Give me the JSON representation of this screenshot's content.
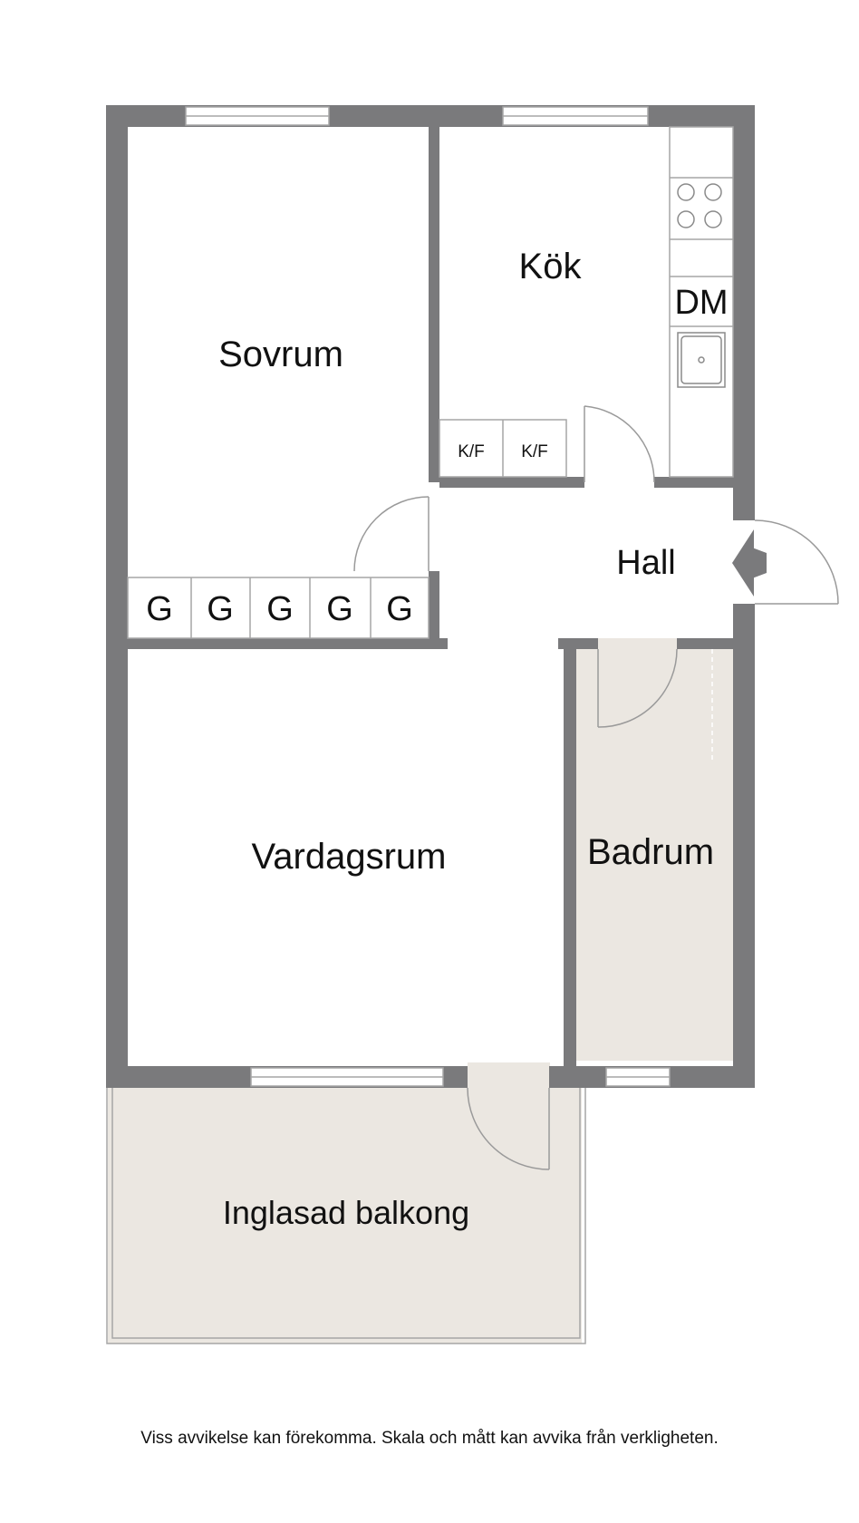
{
  "rooms": {
    "sovrum": "Sovrum",
    "kok": "Kök",
    "hall": "Hall",
    "vardagsrum": "Vardagsrum",
    "badrum": "Badrum",
    "balkong": "Inglasad balkong"
  },
  "kitchen": {
    "dishwasher": "DM",
    "fridge_freezer_1": "K/F",
    "fridge_freezer_2": "K/F"
  },
  "wardrobes": [
    "G",
    "G",
    "G",
    "G",
    "G"
  ],
  "disclaimer": "Viss avvikelse kan förekomma. Skala och mått kan avvika från verkligheten.",
  "colors": {
    "wall": "#7a7a7c",
    "wet_area": "#ebe7e1",
    "floor": "#ffffff",
    "line": "#a6a6a6"
  }
}
